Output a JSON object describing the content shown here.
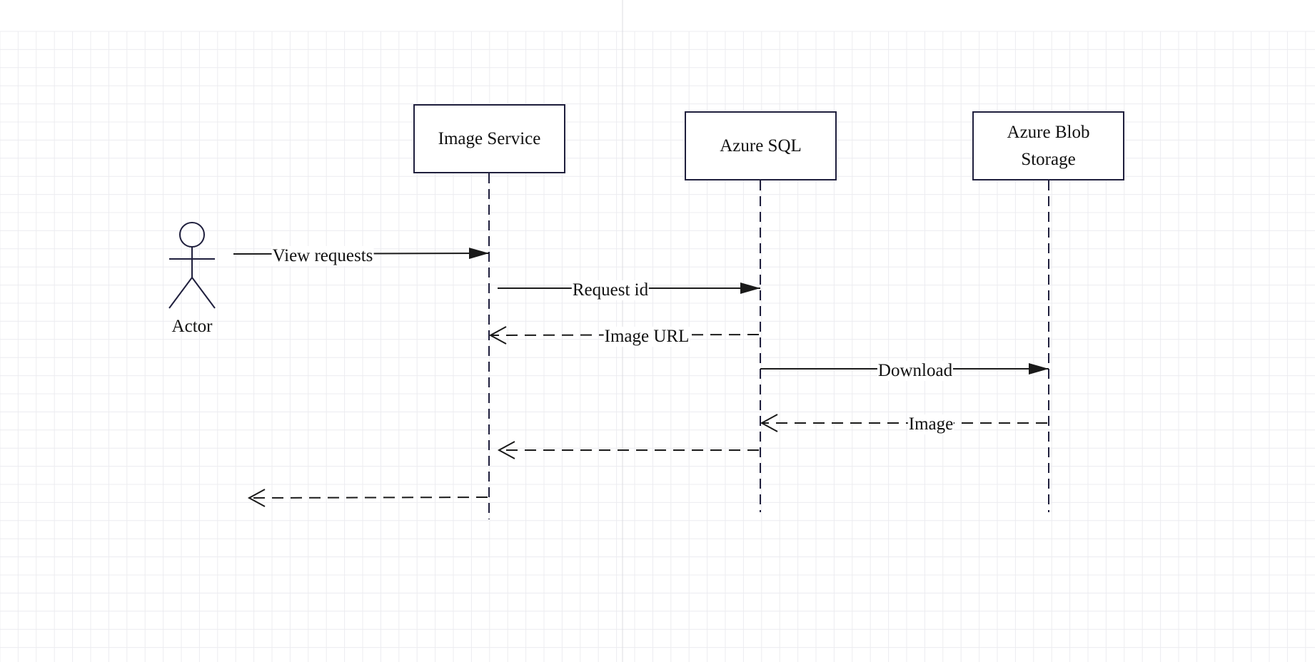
{
  "participants": {
    "image_service": "Image Service",
    "azure_sql": "Azure SQL",
    "azure_blob_line1": "Azure Blob",
    "azure_blob_line2": "Storage"
  },
  "actor": {
    "label": "Actor"
  },
  "messages": [
    {
      "label": "View requests",
      "from": "Actor",
      "to": "Image Service",
      "style": "solid"
    },
    {
      "label": "Request id",
      "from": "Image Service",
      "to": "Azure SQL",
      "style": "solid"
    },
    {
      "label": "Image URL",
      "from": "Azure SQL",
      "to": "Image Service",
      "style": "dashed-return"
    },
    {
      "label": "Download",
      "from": "Azure SQL",
      "to": "Azure Blob Storage",
      "style": "solid"
    },
    {
      "label": "Image",
      "from": "Azure Blob Storage",
      "to": "Azure SQL",
      "style": "dashed-return"
    },
    {
      "label": "",
      "from": "Azure SQL",
      "to": "Image Service",
      "style": "dashed-return"
    },
    {
      "label": "",
      "from": "Image Service",
      "to": "Actor",
      "style": "dashed-return"
    }
  ],
  "colors": {
    "stroke": "#1f1f3d",
    "arrow": "#1a1a1a",
    "grid": "#ececf0",
    "text": "#111111",
    "background": "#ffffff"
  }
}
